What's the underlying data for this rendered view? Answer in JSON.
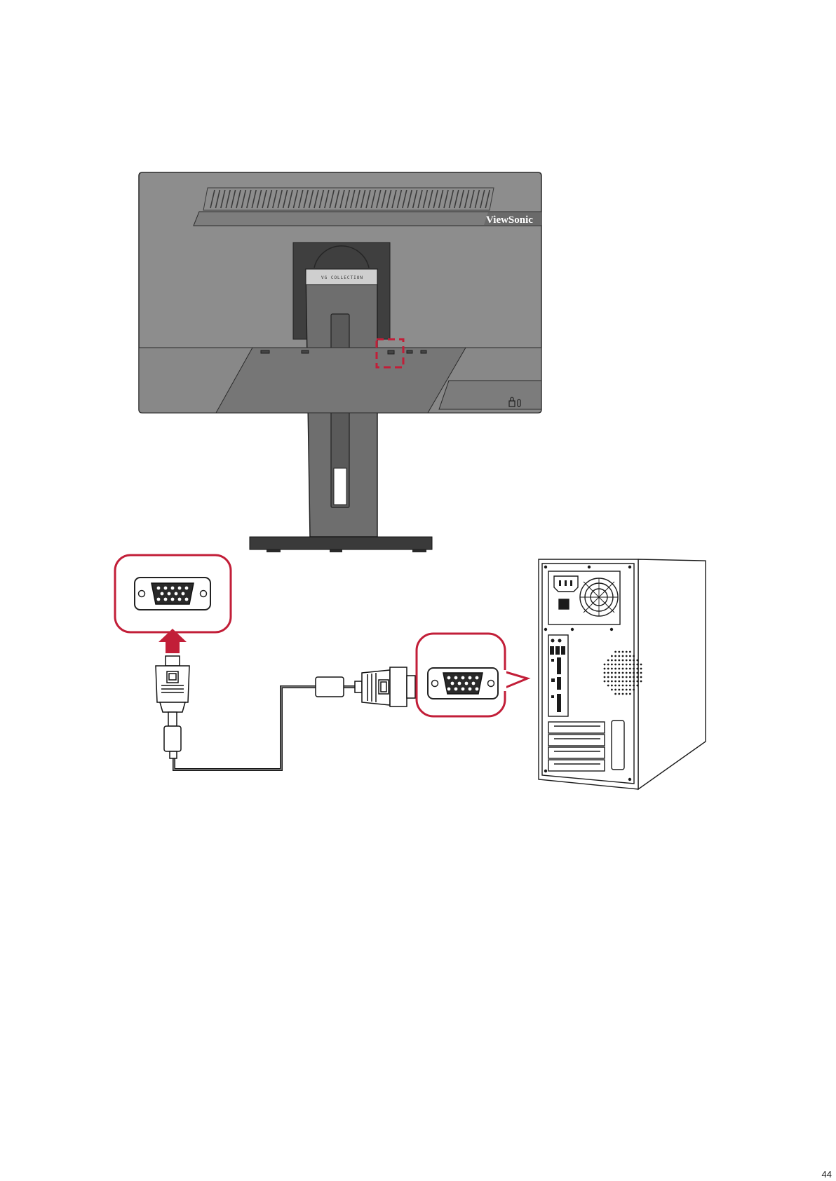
{
  "monitor": {
    "brand": "ViewSonic",
    "collection_label": "VG COLLECTION"
  },
  "page_number": "44",
  "colors": {
    "accent": "#c21e38",
    "monitor_body": "#8d8d8d",
    "monitor_dark": "#3f3f3f",
    "stand": "#6e6e6e",
    "line": "#222222"
  },
  "icons": {
    "upload_arrow": "arrow-up-icon",
    "vga_port": "vga-port-icon",
    "callout": "callout-pointer-icon"
  }
}
